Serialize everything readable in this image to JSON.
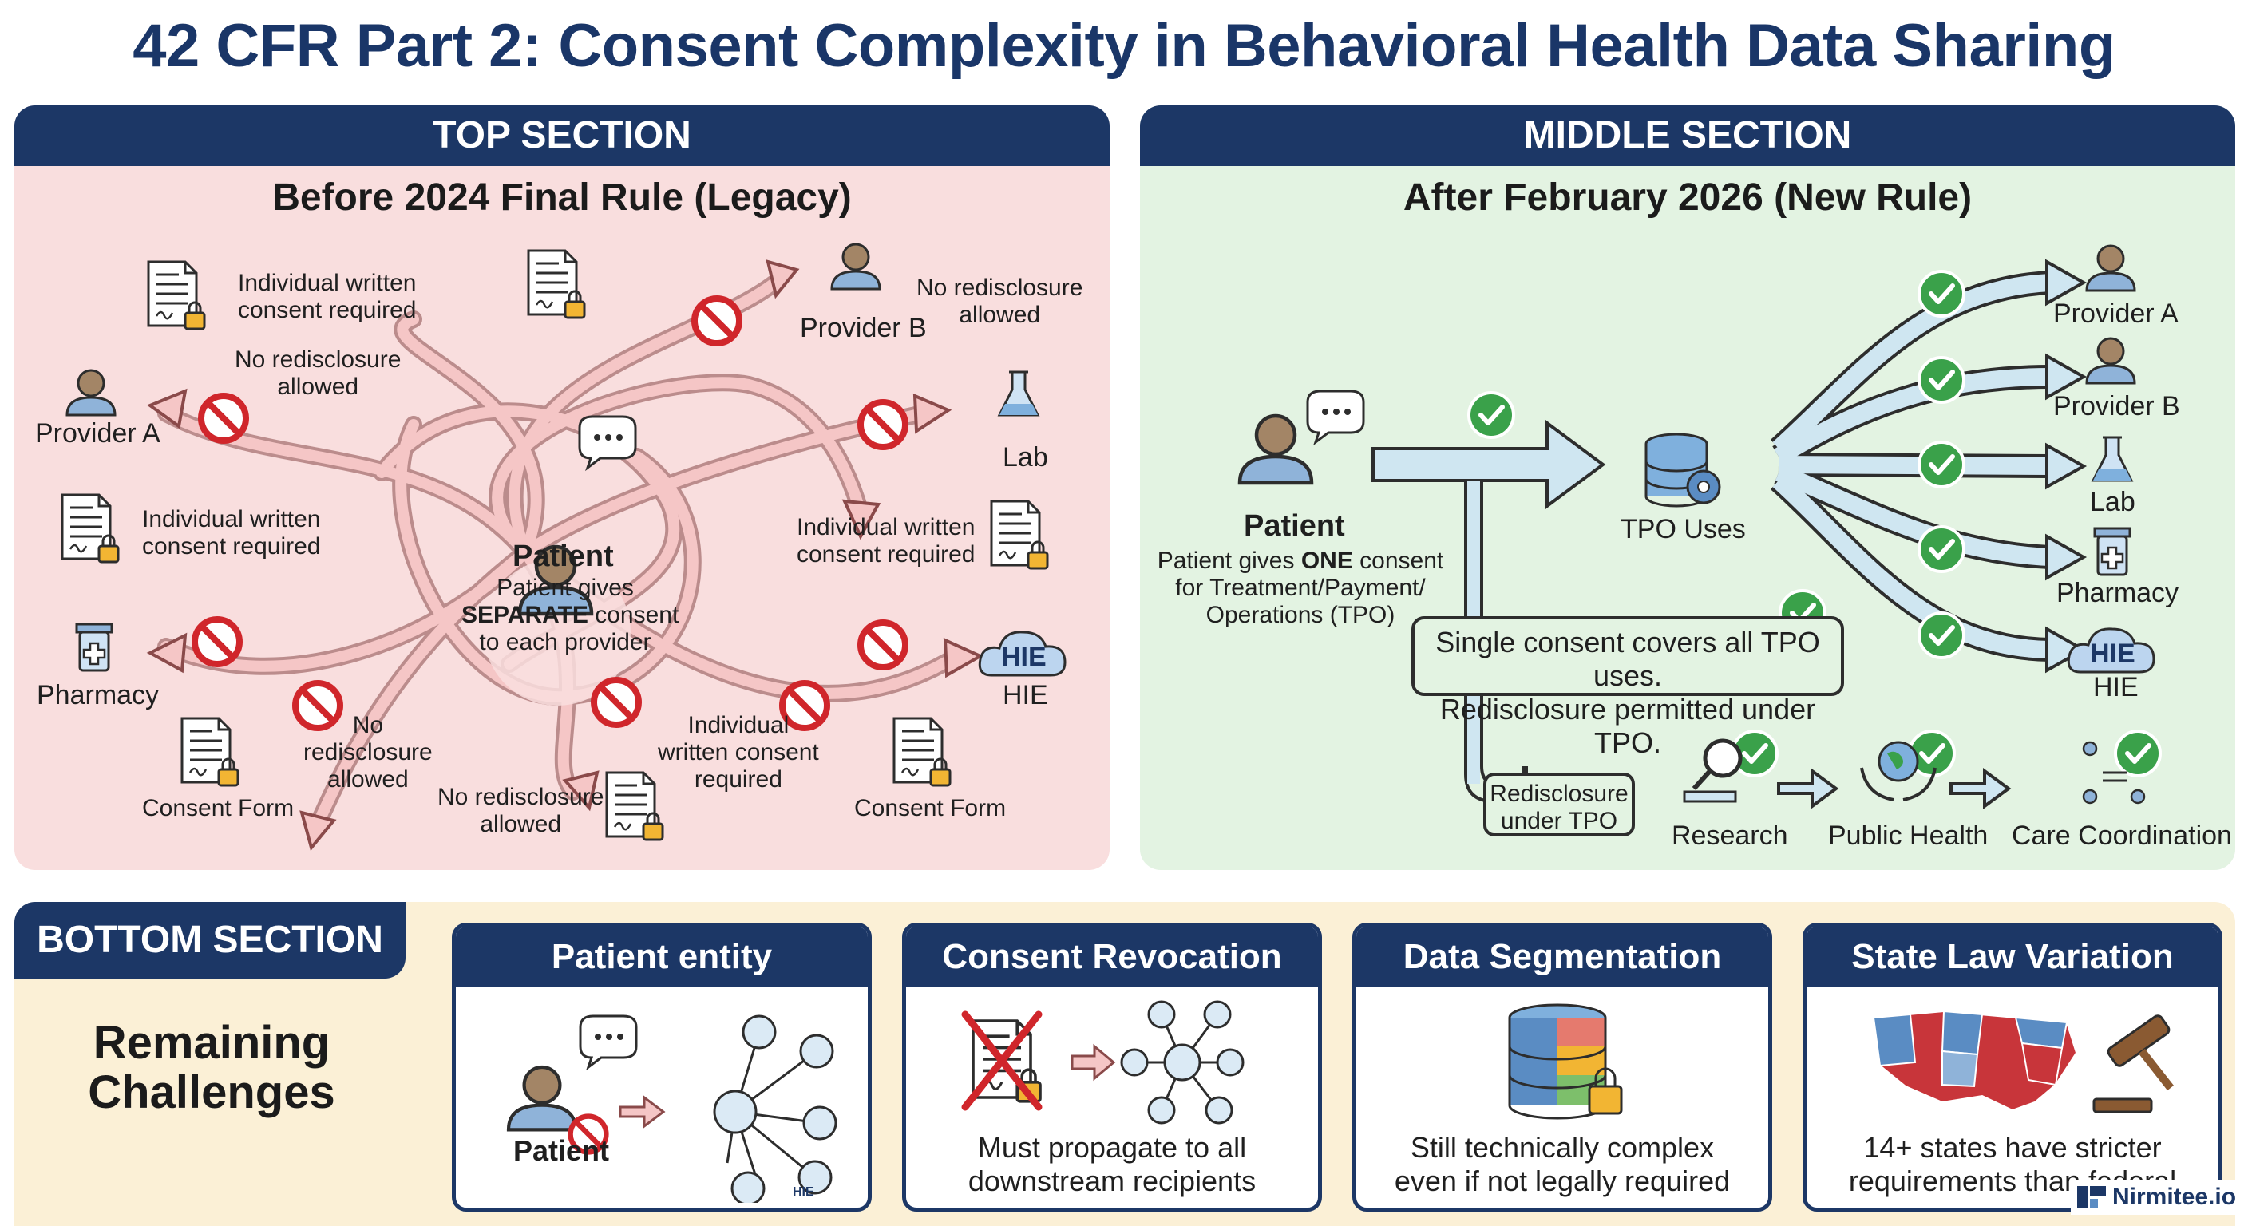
{
  "title": "42 CFR Part 2: Consent Complexity in Behavioral Health Data Sharing",
  "top": {
    "header": "TOP SECTION",
    "subtitle": "Before 2024 Final Rule (Legacy)",
    "patient_name": "Patient",
    "patient_desc_1": "Patient gives",
    "patient_desc_2_bold": "SEPARATE",
    "patient_desc_2_rest": " consent",
    "patient_desc_3": "to each provider",
    "nodes": {
      "provider_a": "Provider A",
      "provider_b": "Provider B",
      "lab": "Lab",
      "pharmacy": "Pharmacy",
      "hie_icon": "HIE",
      "hie": "HIE",
      "consent_form_left": "Consent Form",
      "consent_form_right": "Consent Form"
    },
    "annotations": {
      "iwc_top_1": "Individual written",
      "iwc_top_2": "consent required",
      "nr_left_1": "No redisclosure",
      "nr_left_2": "allowed",
      "iwc_left_1": "Individual written",
      "iwc_left_2": "consent required",
      "nr_top_1": "No redisclosure",
      "nr_top_2": "allowed",
      "iwc_right_1": "Individual written",
      "iwc_right_2": "consent required",
      "nr_bottom_1": "No",
      "nr_bottom_2": "redisclosure",
      "nr_bottom_3": "allowed",
      "iwc_bottom_1": "Individual",
      "iwc_bottom_2": "written consent",
      "iwc_bottom_3": "required",
      "nr_bottomleft_1": "No redisclosure",
      "nr_bottomleft_2": "allowed"
    }
  },
  "middle": {
    "header": "MIDDLE SECTION",
    "subtitle": "After February 2026 (New Rule)",
    "patient_name": "Patient",
    "patient_desc_1_pre": "Patient gives ",
    "patient_desc_1_bold": "ONE",
    "patient_desc_1_post": " consent",
    "patient_desc_2": "for Treatment/Payment/",
    "patient_desc_3": "Operations (TPO)",
    "tpo_label": "TPO Uses",
    "nodes": {
      "provider_a": "Provider A",
      "provider_b": "Provider B",
      "lab": "Lab",
      "pharmacy": "Pharmacy",
      "hie_icon": "HIE",
      "hie": "HIE"
    },
    "note_1": "Single consent covers all TPO uses.",
    "note_2": "Redisclosure permitted under TPO.",
    "redisclosure_1": "Redisclosure",
    "redisclosure_2": "under TPO",
    "research": "Research",
    "public_health": "Public Health",
    "care_coordination": "Care Coordination"
  },
  "bottom": {
    "header": "BOTTOM SECTION",
    "heading_1": "Remaining",
    "heading_2": "Challenges",
    "cards": [
      {
        "title": "Patient entity",
        "text_1": "",
        "text_2": "",
        "label": "Patient",
        "hie": "HIE"
      },
      {
        "title": "Consent Revocation",
        "text_1": "Must propagate to all",
        "text_2": "downstream recipients"
      },
      {
        "title": "Data Segmentation",
        "text_1": "Still technically complex",
        "text_2": "even if not legally required"
      },
      {
        "title": "State Law Variation",
        "text_1": "14+ states have stricter",
        "text_2": "requirements than federal"
      }
    ]
  },
  "brand": "Nirmitee.io",
  "colors": {
    "navy": "#1c3766",
    "legacy_bg": "#f9dede",
    "new_bg": "#e3f3e2",
    "bottom_bg": "#fbf0d6",
    "check_green": "#3aa14a",
    "prohibit_red": "#d0262b"
  }
}
